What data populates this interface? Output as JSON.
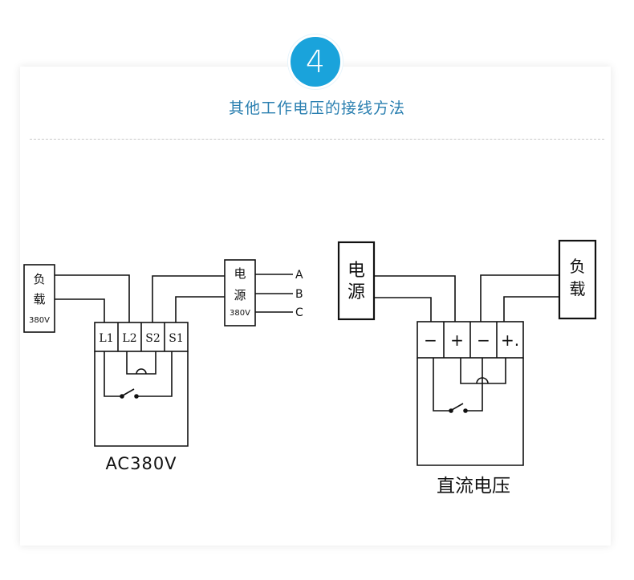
{
  "badge": {
    "number": "4"
  },
  "title": "其他工作电压的接线方法",
  "left_diagram": {
    "load_chars": [
      "负",
      "载"
    ],
    "load_voltage": "380V",
    "power_chars": [
      "电",
      "源"
    ],
    "power_voltage": "380V",
    "phases": [
      "A",
      "B",
      "C"
    ],
    "terminals": [
      "L1",
      "L2",
      "S2",
      "S1"
    ],
    "caption": "AC380V"
  },
  "right_diagram": {
    "power_chars": [
      "电",
      "源"
    ],
    "load_chars": [
      "负",
      "载"
    ],
    "terminals": [
      "−",
      "+",
      "−",
      "+."
    ],
    "caption": "直流电压"
  },
  "colors": {
    "accent": "#1aa3db",
    "title": "#2a7fb0",
    "line": "#111111"
  }
}
